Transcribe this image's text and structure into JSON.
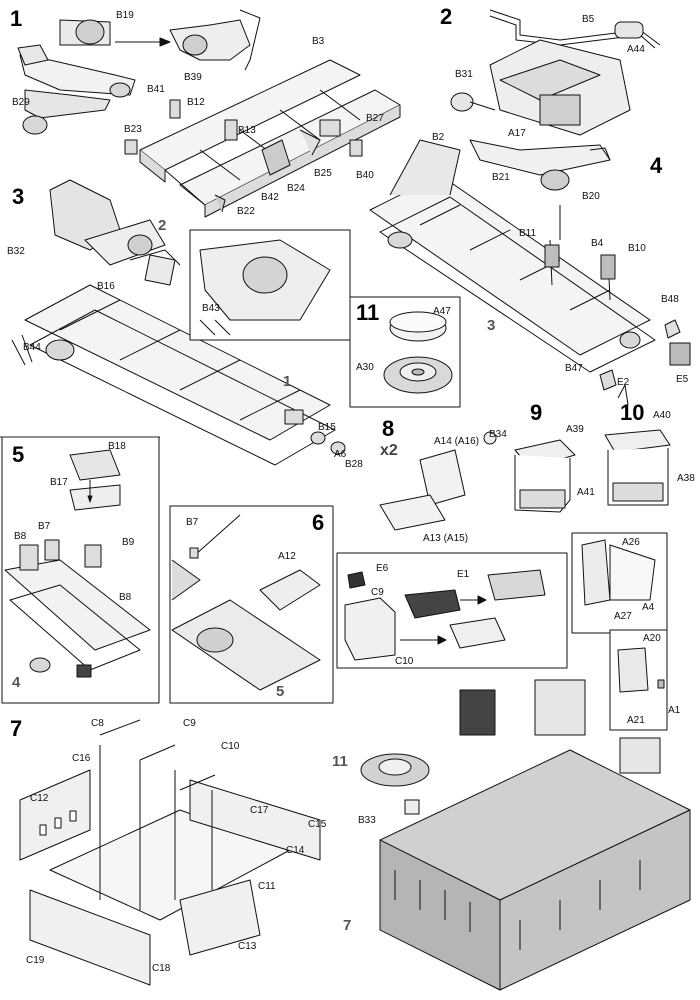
{
  "steps": {
    "s1": "1",
    "s2": "2",
    "s3": "3",
    "s4": "4",
    "s5": "5",
    "s6": "6",
    "s7": "7",
    "s8": "8",
    "s9": "9",
    "s10": "10",
    "s11": "11"
  },
  "multiplier": "x2",
  "refs": {
    "r2_in3": "2",
    "r3_in4": "3",
    "r1_in3": "1",
    "r4_in5": "4",
    "r5_in6": "5",
    "r11_in7": "11",
    "r7_in7": "7"
  },
  "labels": {
    "b19": "B19",
    "b29": "B29",
    "b3": "B3",
    "b41": "B41",
    "b39": "B39",
    "b12": "B12",
    "b13": "B13",
    "b23": "B23",
    "b27": "B27",
    "b25": "B25",
    "b24": "B24",
    "b42": "B42",
    "b40": "B40",
    "b22": "B22",
    "b5": "B5",
    "a44": "A44",
    "b31": "B31",
    "a17": "A17",
    "b2": "B2",
    "b21": "B21",
    "b20": "B20",
    "b11": "B11",
    "b4": "B4",
    "b10": "B10",
    "b48": "B48",
    "b47": "B47",
    "e2": "E2",
    "e5": "E5",
    "b32": "B32",
    "b16": "B16",
    "b44": "B44",
    "b43": "B43",
    "b15": "B15",
    "a6": "A6",
    "b28": "B28",
    "a47": "A47",
    "a30": "A30",
    "a14": "A14 (A16)",
    "a13": "A13 (A15)",
    "b34": "B34",
    "a39": "A39",
    "a41": "A41",
    "a40": "A40",
    "a38": "A38",
    "b18": "B18",
    "b17": "B17",
    "b7": "B7",
    "b8a": "B8",
    "b9": "B9",
    "b8b": "B8",
    "b7b": "B7",
    "a12": "A12",
    "e6": "E6",
    "e1": "E1",
    "c9b": "C9",
    "c10b": "C10",
    "a26": "A26",
    "a4": "A4",
    "a27": "A27",
    "a20": "A20",
    "a1": "A1",
    "a21": "A21",
    "c8": "C8",
    "c9": "C9",
    "c16": "C16",
    "c10": "C10",
    "c12": "C12",
    "c17": "C17",
    "c15": "C15",
    "c14": "C14",
    "c11": "C11",
    "c19": "C19",
    "c18": "C18",
    "c13": "C13",
    "b33": "B33"
  }
}
